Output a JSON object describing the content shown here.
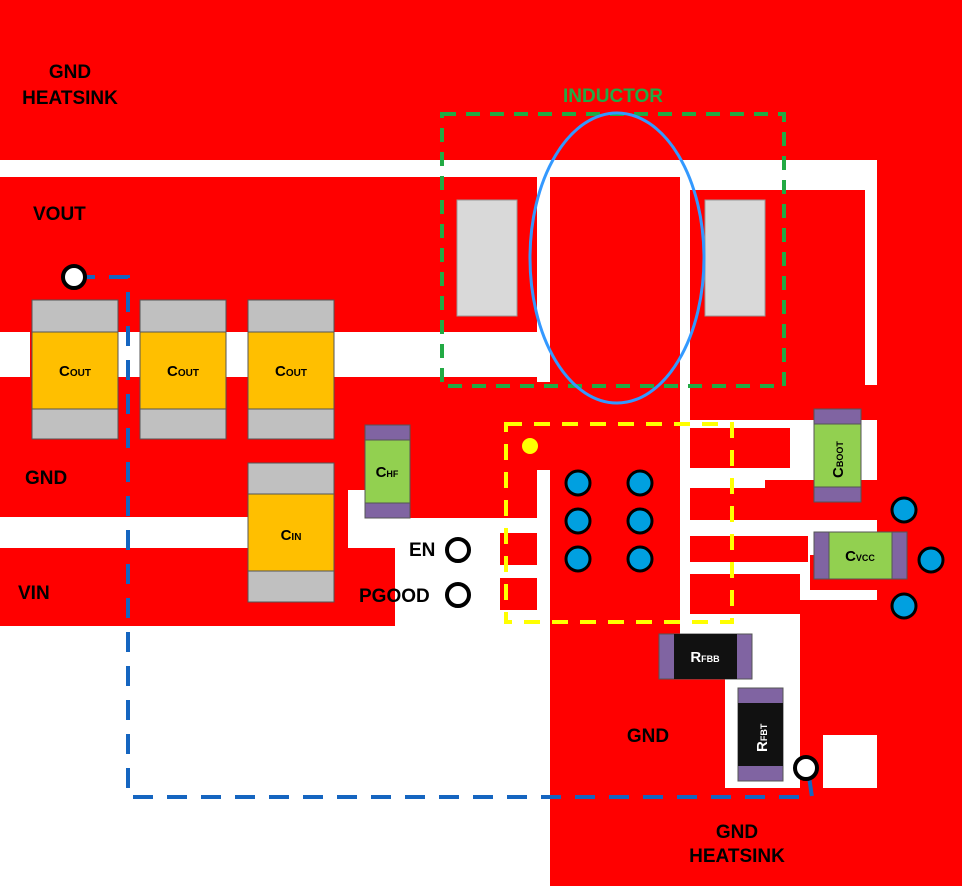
{
  "colors": {
    "copper": "#ff0000",
    "background": "#ffffff",
    "capacitor_body": "#ffbf00",
    "capacitor_end": "#c0c0c0",
    "small_cap_body": "#92d050",
    "small_cap_end": "#8064a2",
    "resistor_body": "#111111",
    "via": "#00a0e0",
    "inductor_outline": "#22aa44",
    "ic_outline": "#ffff00",
    "feedback_trace": "#1565c0",
    "inductor_loop": "#3399ff"
  },
  "labels": {
    "gnd_heatsink_top": [
      "GND",
      "HEATSINK"
    ],
    "vout": "VOUT",
    "gnd_left": "GND",
    "vin": "VIN",
    "inductor": "INDUCTOR",
    "en": "EN",
    "pgood": "PGOOD",
    "gnd_bottom": "GND",
    "gnd_heatsink_bottom": [
      "GND",
      "HEATSINK"
    ]
  },
  "components": {
    "cout_1": {
      "main": "C",
      "sub": "OUT"
    },
    "cout_2": {
      "main": "C",
      "sub": "OUT"
    },
    "cout_3": {
      "main": "C",
      "sub": "OUT"
    },
    "cin": {
      "main": "C",
      "sub": "IN"
    },
    "chf": {
      "main": "C",
      "sub": "HF"
    },
    "cboot": {
      "main": "C",
      "sub": "BOOT"
    },
    "cvcc": {
      "main": "C",
      "sub": "VCC"
    },
    "rfbb": {
      "main": "R",
      "sub": "FBB"
    },
    "rfbt": {
      "main": "R",
      "sub": "FBT"
    }
  }
}
